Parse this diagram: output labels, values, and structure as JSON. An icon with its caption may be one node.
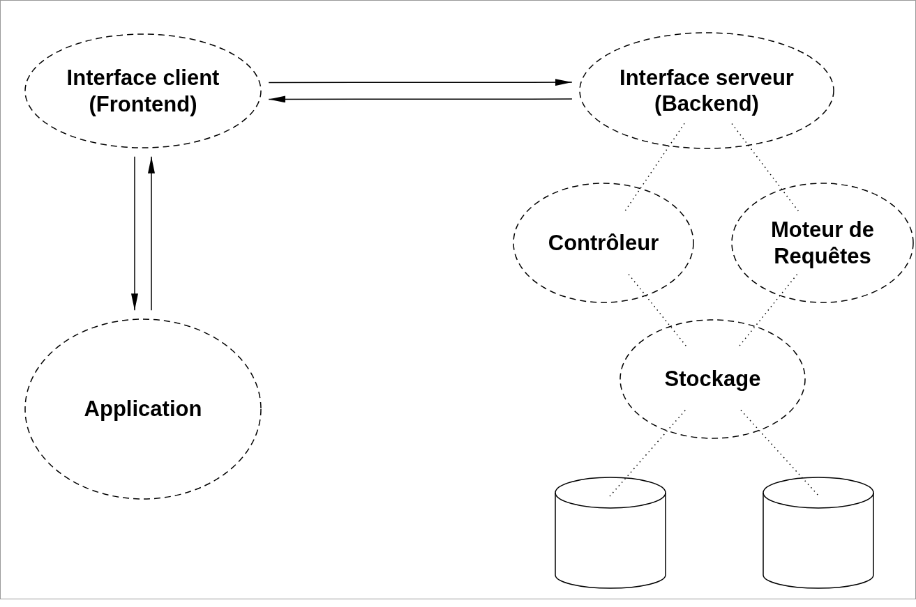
{
  "diagram": {
    "nodes": [
      {
        "text": [
          "Interface client (Frontend)"
        ]
      },
      {
        "text": [
          "Interface serveur (Backend)"
        ]
      },
      {
        "text": [
          "Contrôleur"
        ]
      },
      {
        "text": [
          "Moteur de Requêtes"
        ]
      },
      {
        "text": [
          "Application"
        ]
      },
      {
        "text": [
          "Stockage"
        ]
      },
      {
        "text": [],
        "shape": "cylinder"
      },
      {
        "text": [],
        "shape": "cylinder"
      }
    ],
    "edges": [
      {
        "from": 0,
        "to": 1,
        "arrow": "to"
      },
      {
        "from": 1,
        "to": 0,
        "arrow": "to"
      },
      {
        "from": 0,
        "to": 4,
        "arrow": "to"
      },
      {
        "from": 4,
        "to": 0,
        "arrow": "to"
      },
      {
        "from": 1,
        "to": 2,
        "arrow": "none",
        "style": "dashed"
      },
      {
        "from": 1,
        "to": 3,
        "arrow": "none",
        "style": "dashed"
      },
      {
        "from": 2,
        "to": 5,
        "arrow": "none",
        "style": "dashed"
      },
      {
        "from": 3,
        "to": 5,
        "arrow": "none",
        "style": "dashed"
      },
      {
        "from": 5,
        "to": 6,
        "arrow": "none",
        "style": "dashed"
      },
      {
        "from": 5,
        "to": 7,
        "arrow": "none",
        "style": "dashed"
      }
    ]
  }
}
